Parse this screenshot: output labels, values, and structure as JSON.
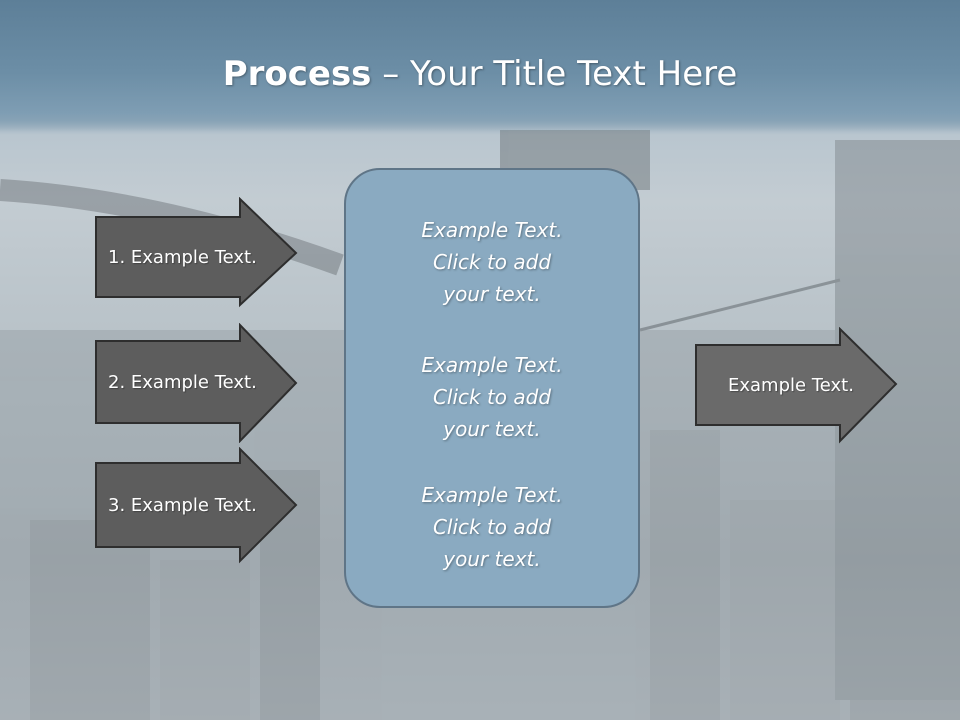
{
  "slide": {
    "title_bold": "Process",
    "title_rest": " – Your Title Text Here"
  },
  "left_arrows": [
    {
      "label": "1. Example Text."
    },
    {
      "label": "2. Example Text."
    },
    {
      "label": "3. Example Text."
    }
  ],
  "center_box": {
    "items": [
      {
        "line1": "Example Text.",
        "line2": "Click  to add",
        "line3": "your text."
      },
      {
        "line1": "Example Text.",
        "line2": "Click  to add",
        "line3": "your text."
      },
      {
        "line1": "Example Text.",
        "line2": "Click  to add",
        "line3": "your text."
      }
    ]
  },
  "right_arrow": {
    "label": "Example Text."
  },
  "colors": {
    "arrow_dark": "#5d5d5d",
    "arrow_outline": "#2e2e2e",
    "arrow_right": "#6a6a6a",
    "box_fill": "#8aaac1",
    "header": "#6a8da6"
  }
}
